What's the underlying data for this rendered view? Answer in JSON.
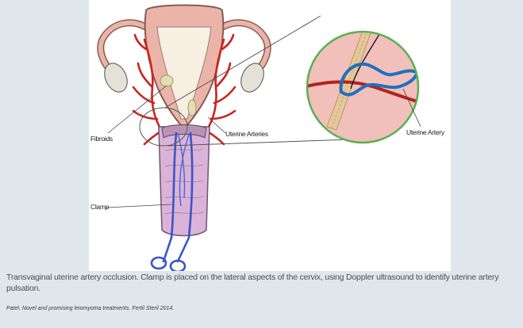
{
  "figure": {
    "labels": {
      "fibroids": "Fibroids",
      "uterine_arteries": "Uterine Arteries",
      "uterine_artery": "Uterine Artery",
      "clamp": "Clamp"
    },
    "colors": {
      "uterus_fill": "#eab5a8",
      "uterus_stroke": "#8a5a52",
      "artery": "#c8261f",
      "clamp": "#3a55c8",
      "inset_bg": "#f1c0bb",
      "inset_border": "#5bb04f",
      "vessel_blue": "#1f6fc0",
      "fibroid": "#e2e0b0"
    }
  },
  "caption": {
    "text": "Transvaginal uterine artery occlusion. Clamp is placed on the lateral aspects of the cervix, using Doppler ultrasound to identify uterine artery pulsation.",
    "citation": "Patel. Novel and promising leiomyoma treatments. Fertil Steril 2014."
  }
}
